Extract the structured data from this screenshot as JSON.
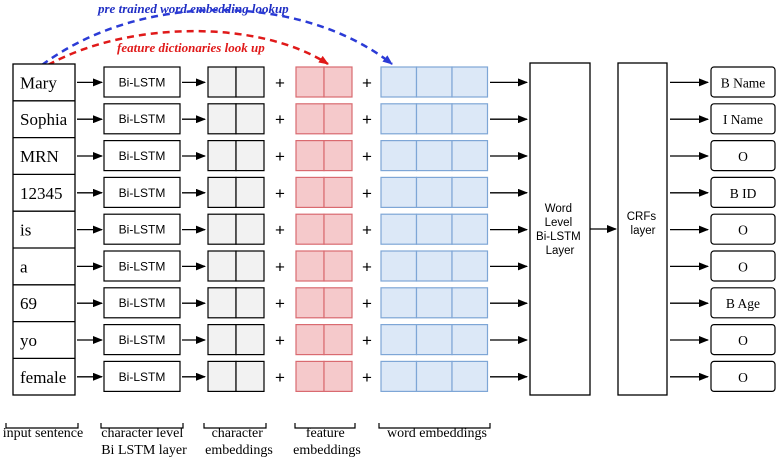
{
  "top_labels": {
    "pretrained": "pre trained word embedding lookup",
    "feature_dict": "feature dictionaries look up"
  },
  "tokens": [
    "Mary",
    "Sophia",
    "MRN",
    "12345",
    "is",
    "a",
    "69",
    "yo",
    "female"
  ],
  "char_lstm_label": "Bi-LSTM",
  "plus_symbol": "+",
  "word_lstm_label": [
    "Word",
    "Level",
    "Bi-LSTM",
    "Layer"
  ],
  "crf_label": [
    "CRFs",
    "layer"
  ],
  "output_tags": [
    "B Name",
    "I Name",
    "O",
    "B ID",
    "O",
    "O",
    "B Age",
    "O",
    "O"
  ],
  "bottom_labels": {
    "input_sentence": "input sentence",
    "char_lstm": [
      "character level",
      "Bi LSTM layer"
    ],
    "char_emb": [
      "character",
      "embeddings"
    ],
    "feat_emb": [
      "feature",
      "embeddings"
    ],
    "word_emb": "word embeddings"
  },
  "colors": {
    "pretrained_text": "#1f2ec4",
    "pretrained_arrow": "#2b3bd6",
    "feature_text": "#e01919",
    "feature_arrow": "#e01919",
    "char_emb_fill": "#f2f2f2",
    "feat_emb_fill": "#f5c9cb",
    "feat_emb_stroke": "#d96a70",
    "word_emb_fill": "#dce8f7",
    "word_emb_stroke": "#7ea6d6"
  }
}
